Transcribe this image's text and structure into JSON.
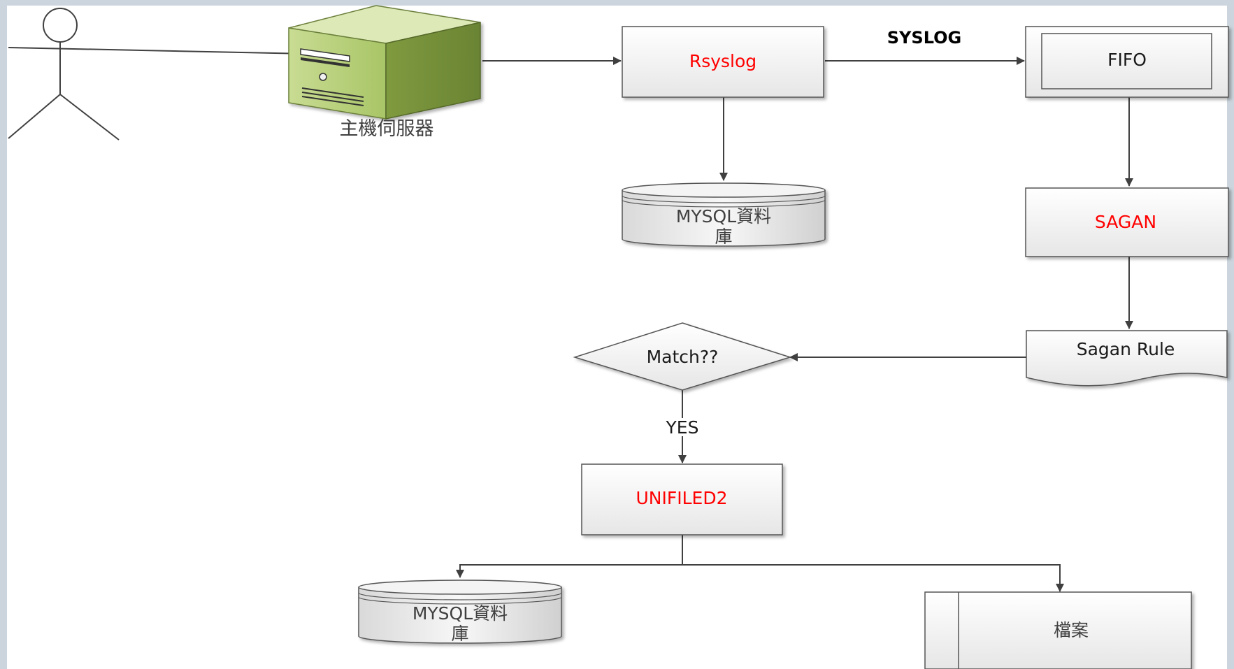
{
  "nodes": {
    "user": {
      "label": ""
    },
    "server": {
      "label": "主機伺服器"
    },
    "rsyslog": {
      "label": "Rsyslog",
      "color": "#ff0000"
    },
    "fifo": {
      "label": "FIFO"
    },
    "mysql_top": {
      "line1": "MYSQL資料",
      "line2": "庫"
    },
    "sagan": {
      "label": "SAGAN",
      "color": "#ff0000"
    },
    "sagan_rule": {
      "label": "Sagan Rule"
    },
    "match": {
      "label": "Match??"
    },
    "unified2": {
      "label": "UNIFILED2",
      "color": "#ff0000"
    },
    "mysql_bottom": {
      "line1": "MYSQL資料",
      "line2": "庫"
    },
    "file": {
      "label": "檔案"
    }
  },
  "edges": {
    "syslog_label": "SYSLOG",
    "yes_label": "YES"
  },
  "theme": {
    "frame_color": "#ccd5dd",
    "box_fill": "#f2f2f2",
    "line_color": "#404040",
    "server_green": "#9fbd5a"
  }
}
